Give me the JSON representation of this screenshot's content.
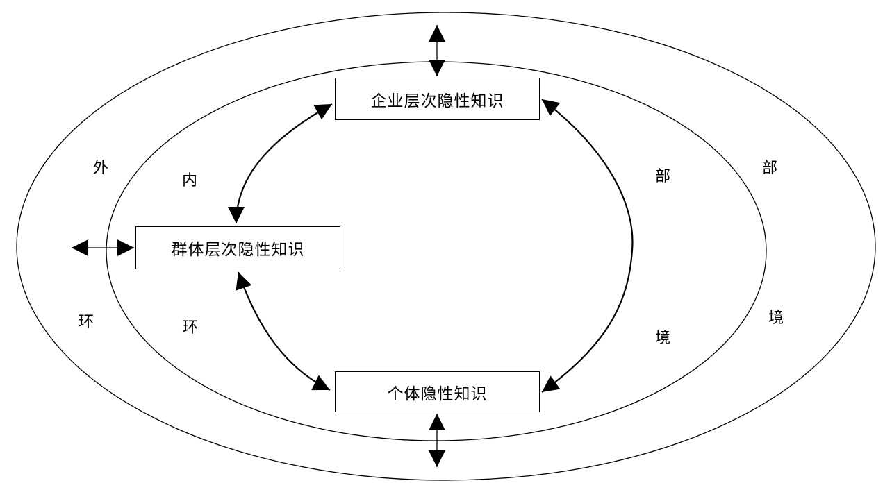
{
  "nodes": {
    "enterprise": "企业层次隐性知识",
    "group": "群体层次隐性知识",
    "individual": "个体隐性知识"
  },
  "outer_env": {
    "left_top": "外",
    "left_bottom": "环",
    "right_top": "部",
    "right_bottom": "境"
  },
  "inner_env": {
    "left_top": "内",
    "left_bottom": "环",
    "right_top": "部",
    "right_bottom": "境"
  },
  "colors": {
    "stroke": "#000000",
    "background": "#ffffff"
  }
}
